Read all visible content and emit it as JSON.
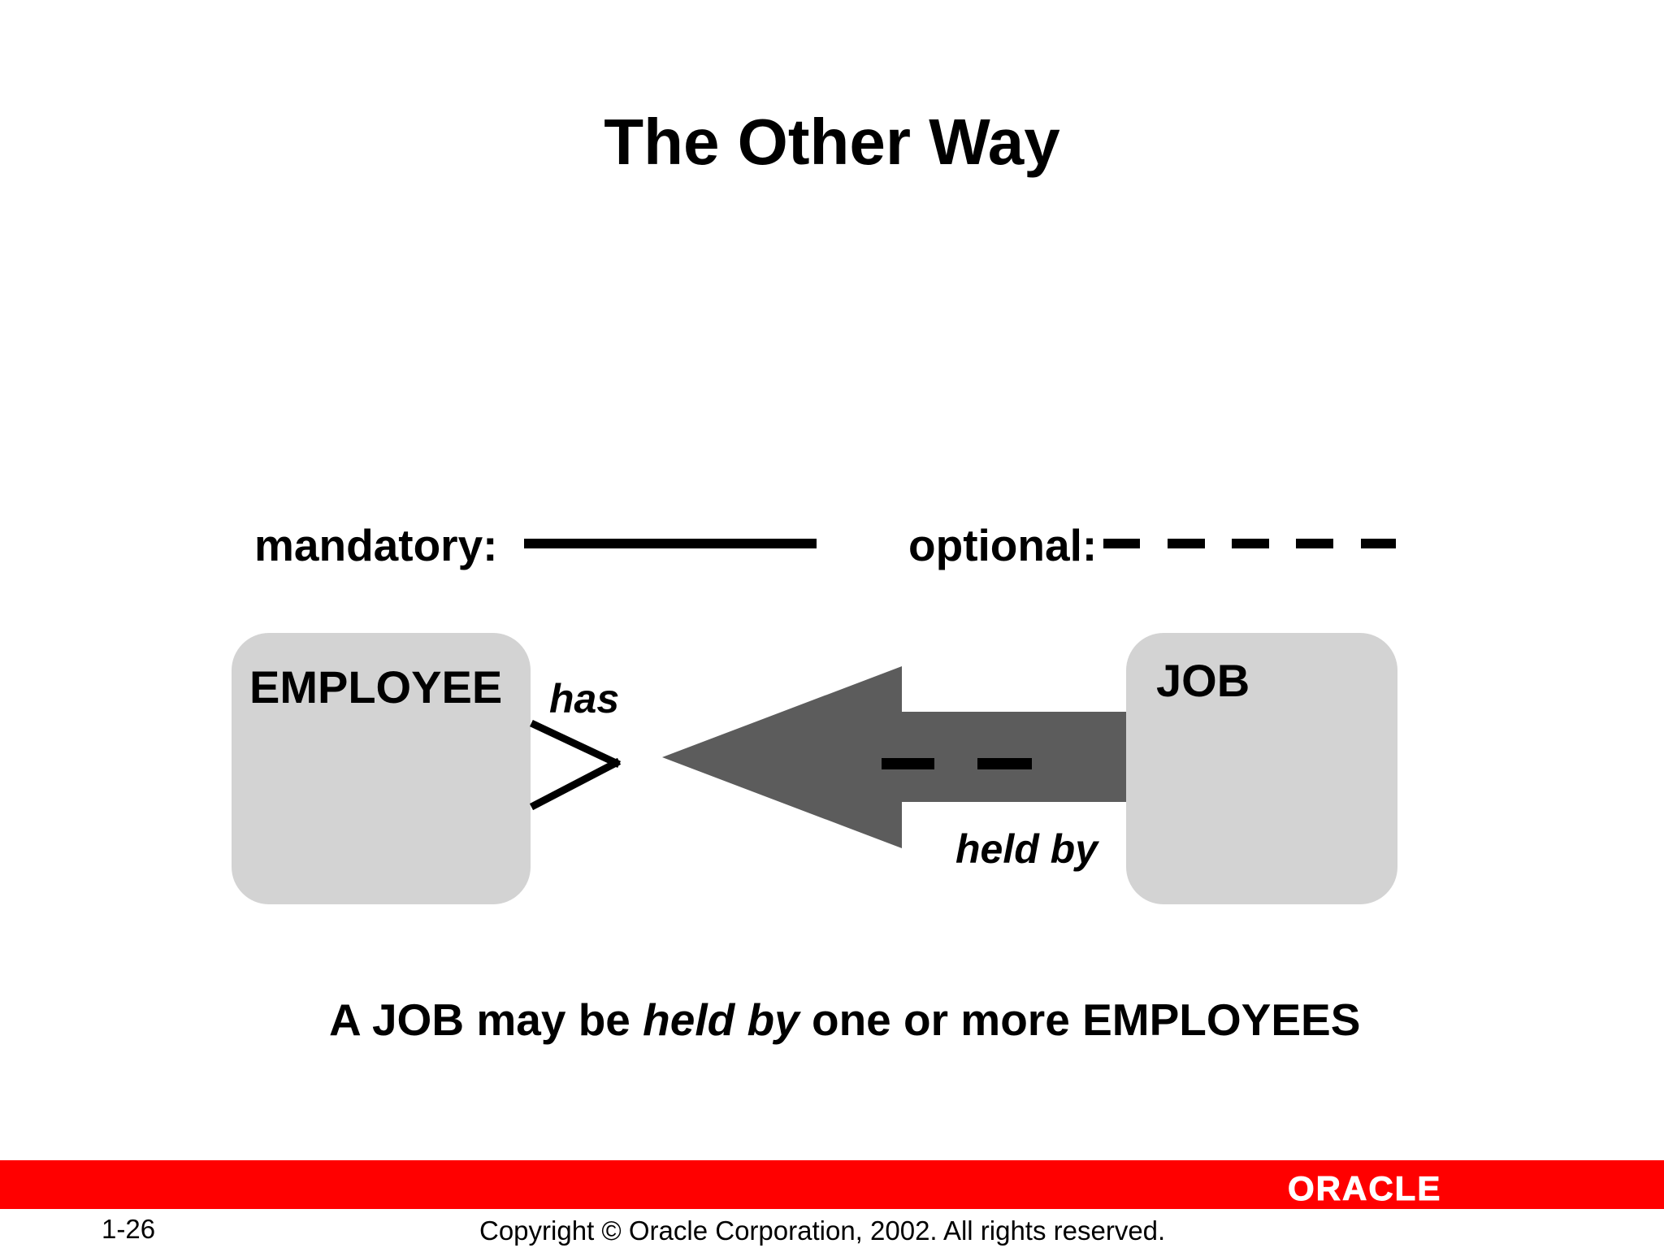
{
  "slide": {
    "title": "The Other Way",
    "page_number": "1-26",
    "copyright": "Copyright © Oracle Corporation, 2002. All rights reserved.",
    "brand": "ORACLE"
  },
  "legend": {
    "mandatory_label": "mandatory:",
    "optional_label": "optional:"
  },
  "diagram": {
    "entity_left": "EMPLOYEE",
    "entity_right": "JOB",
    "relation_left": "has",
    "relation_right": "held by"
  },
  "sentence": {
    "part1": "A JOB may be ",
    "emphasis": "held by",
    "part2": " one or more EMPLOYEES"
  },
  "colors": {
    "footer_bar": "#ff0000",
    "entity_fill": "#d3d3d3",
    "arrow_fill": "#5c5c5c"
  }
}
